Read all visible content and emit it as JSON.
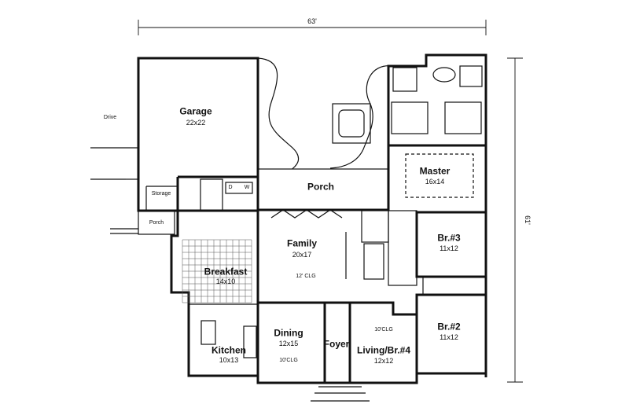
{
  "dimensions": {
    "width": "63'",
    "depth": "61'"
  },
  "rooms": {
    "garage": {
      "name": "Garage",
      "size": "22x22"
    },
    "drive": {
      "name": "Drive"
    },
    "storage": {
      "name": "Storage"
    },
    "side_porch": {
      "name": "Porch"
    },
    "washer": {
      "name": "W"
    },
    "dryer": {
      "name": "D"
    },
    "porch": {
      "name": "Porch"
    },
    "master": {
      "name": "Master",
      "size": "16x14"
    },
    "breakfast": {
      "name": "Breakfast",
      "size": "14x10"
    },
    "family": {
      "name": "Family",
      "size": "20x17",
      "ceiling": "12' CLG"
    },
    "br3": {
      "name": "Br.#3",
      "size": "11x12"
    },
    "br2": {
      "name": "Br.#2",
      "size": "11x12"
    },
    "dining": {
      "name": "Dining",
      "size": "12x15",
      "ceiling": "10'CLG"
    },
    "kitchen": {
      "name": "Kitchen",
      "size": "10x13"
    },
    "foyer": {
      "name": "Foyer"
    },
    "living": {
      "name": "Living/Br.#4",
      "size": "12x12",
      "ceiling": "10'CLG"
    }
  }
}
